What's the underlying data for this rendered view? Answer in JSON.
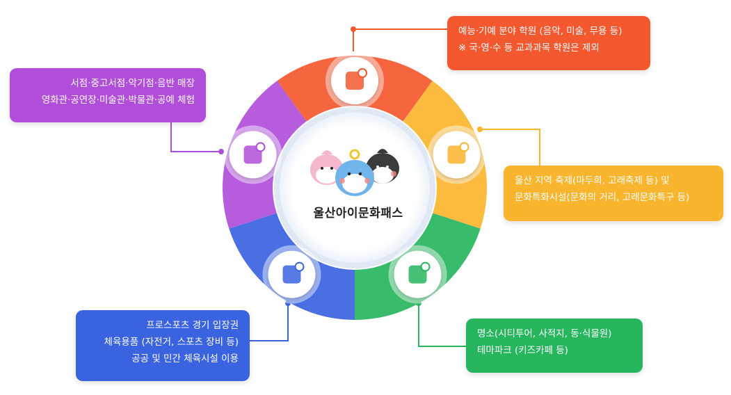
{
  "center": {
    "title": "울산아이문화패스"
  },
  "categories": [
    {
      "key": "arts",
      "icon": "book-pencil-icon",
      "color": "#f4582e",
      "lines": [
        "예능·기예 분야 학원 (음악, 미술, 무용 등)",
        "※ 국·영·수 등 교과과목 학원은 제외"
      ]
    },
    {
      "key": "festival",
      "icon": "map-flag-icon",
      "color": "#fab52e",
      "lines": [
        "울산 지역 축제(마두희, 고래축제 등) 및",
        "문화특화시설(문화의 거리, 고래문화특구 등)"
      ]
    },
    {
      "key": "places",
      "icon": "landscape-icon",
      "color": "#27b55e",
      "lines": [
        "명소(시티투어, 사적지, 동·식물원)",
        "테마파크 (키즈카페 등)"
      ]
    },
    {
      "key": "sports",
      "icon": "sports-balls-icon",
      "color": "#3a63e0",
      "lines": [
        "프로스포츠 경기 입장권",
        "체육용품 (자전거, 스포츠 장비 등)",
        "공공 및 민간 체육시설 이용"
      ]
    },
    {
      "key": "books",
      "icon": "ferris-wheel-icon",
      "color": "#b04ed9",
      "lines": [
        "서점·중고서점·악기점·음반 매장",
        "영화관·공연장·미술관·박물관·공예 체험"
      ]
    }
  ]
}
